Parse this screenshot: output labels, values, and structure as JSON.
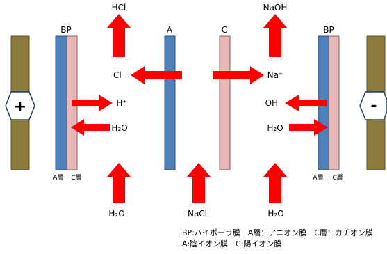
{
  "colors": {
    "arrow": "#ff0000",
    "electrode": "#8c7a3c",
    "anion_layer": "#4f81bd",
    "cation_layer": "#e6b8b7"
  },
  "labels": {
    "hcl": "HCl",
    "naoh": "NaOH",
    "bp_left": "BP",
    "bp_right": "BP",
    "a": "A",
    "c": "C",
    "cl": "Cl⁻",
    "na": "Na⁺",
    "h_plus": "H⁺",
    "oh_minus": "OH⁻",
    "h2o_left": "H₂O",
    "h2o_right": "H₂O",
    "h2o_bottom_left": "H₂O",
    "h2o_bottom_right": "H₂O",
    "nacl": "NaCl",
    "a_layer_left": "A層",
    "c_layer_left": "C層",
    "a_layer_right": "A層",
    "c_layer_right": "C層",
    "plus": "+",
    "minus": "-"
  },
  "legend": {
    "line1": "BP:バイポーラ膜　A層：アニオン膜　C層：カチオン膜",
    "line2": "A:陰イオン膜　C:陽イオン膜"
  }
}
